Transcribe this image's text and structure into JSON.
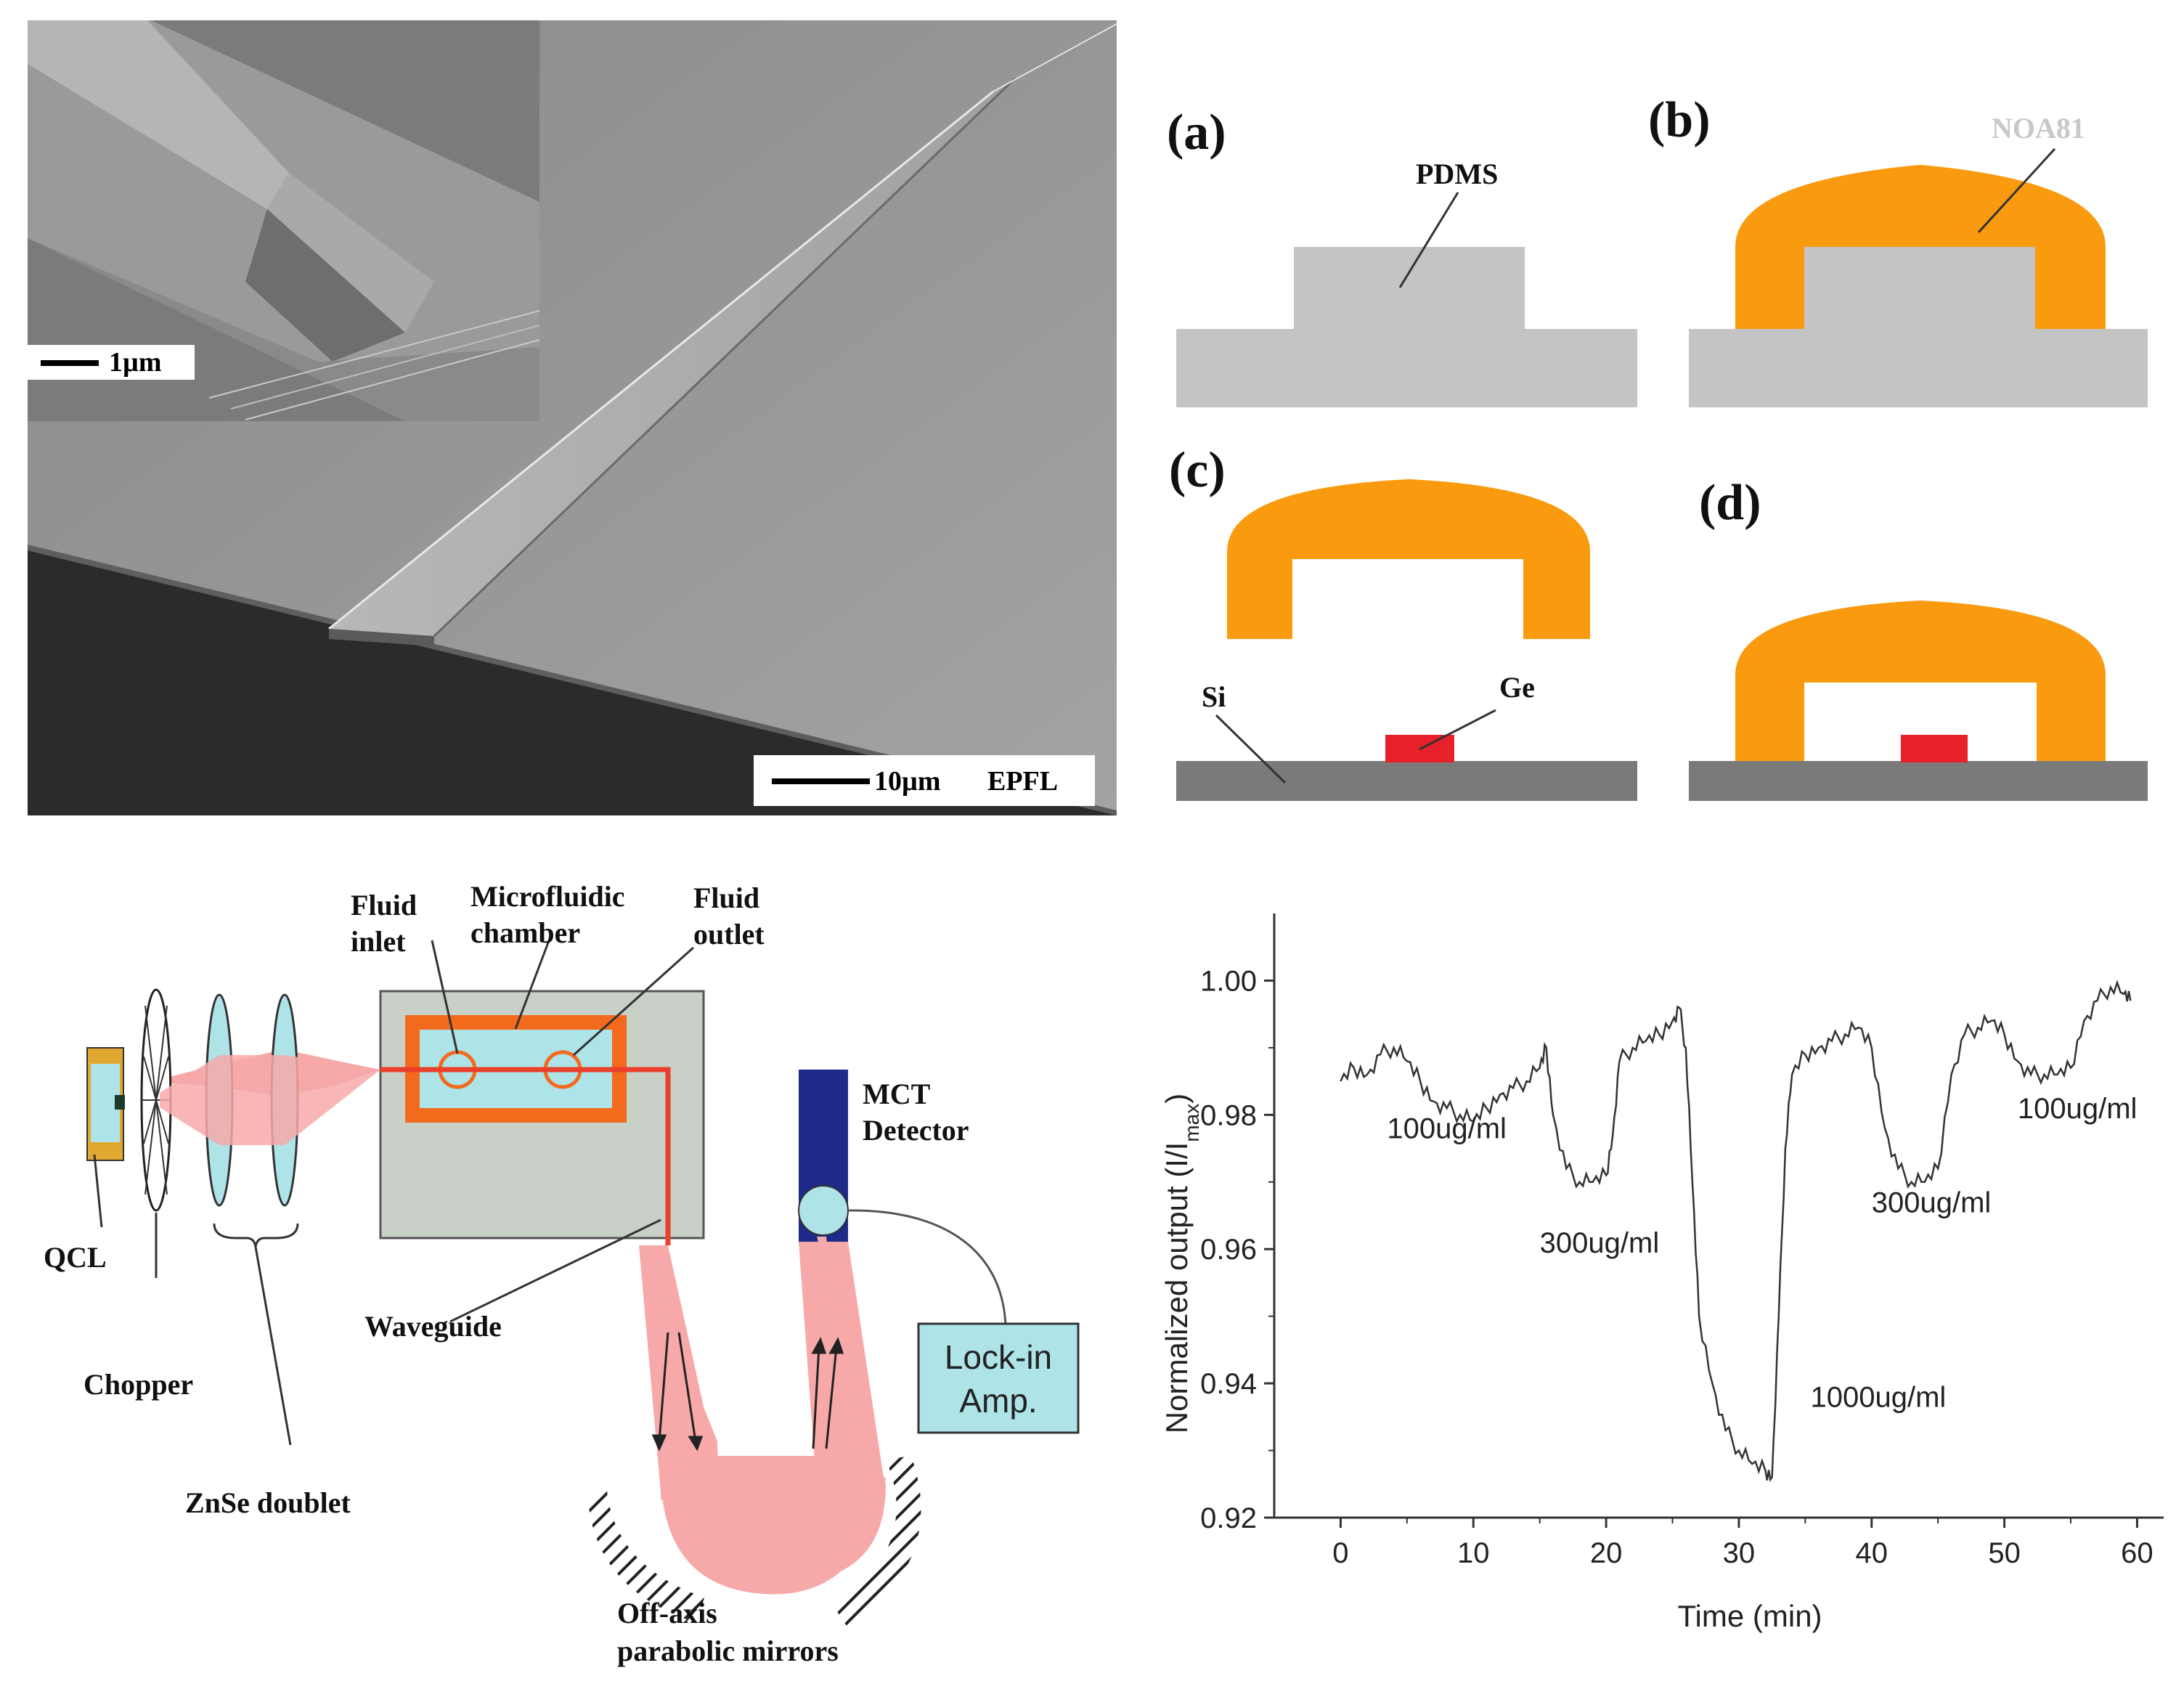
{
  "sem": {
    "inset_scale": "1µm",
    "main_scale": "10µm",
    "credit": "EPFL"
  },
  "fab": {
    "labels": {
      "a": "(a)",
      "b": "(b)",
      "c": "(c)",
      "d": "(d)"
    },
    "pdms": "PDMS",
    "noa": "NOA81",
    "si": "Si",
    "ge": "Ge",
    "colors": {
      "pdms": "#c4c4c4",
      "noa": "#fa9a0f",
      "si": "#7a7a7a",
      "ge": "#e8202a",
      "noa_label": "#c8c8c8"
    }
  },
  "setup": {
    "qcl": "QCL",
    "chopper": "Chopper",
    "znse": "ZnSe doublet",
    "fluid_inlet": [
      "Fluid",
      "inlet"
    ],
    "chamber": [
      "Microfluidic",
      "chamber"
    ],
    "fluid_outlet": [
      "Fluid",
      "outlet"
    ],
    "waveguide": "Waveguide",
    "mct": [
      "MCT",
      "Detector"
    ],
    "lockin": [
      "Lock-in",
      "Amp."
    ],
    "mirrors": [
      "Off-axis",
      "parabolic mirrors"
    ],
    "colors": {
      "beam": "#f7a9a9",
      "chip": "#c8d0c8",
      "frame": "#f46a1c",
      "cell": "#aee3e8",
      "detector": "#1e2a8a",
      "lockin": "#aee3e8"
    }
  },
  "chart_data": {
    "type": "line",
    "xlabel": "Time (min)",
    "ylabel_main": "Normalized output (I/I",
    "ylabel_sub": "max",
    "ylabel_end": ")",
    "xlim": [
      -5,
      62
    ],
    "ylim": [
      0.92,
      1.01
    ],
    "xticks": [
      0,
      10,
      20,
      30,
      40,
      50,
      60
    ],
    "yticks": [
      0.92,
      0.94,
      0.96,
      0.98,
      1.0
    ],
    "ytick_labels": [
      "0.92",
      "0.94",
      "0.96",
      "0.98",
      "1.00"
    ],
    "series": [
      {
        "x": [
          0,
          1,
          2,
          3,
          4,
          5,
          6,
          7,
          8,
          9,
          10,
          11,
          12,
          13,
          14,
          15,
          15.5,
          16,
          17,
          18,
          19,
          20,
          20.5,
          21,
          22,
          23,
          24,
          25,
          25.5,
          26,
          26.5,
          27,
          28,
          29,
          30,
          31,
          32,
          32.5,
          33,
          33.5,
          34,
          35,
          36,
          37,
          38,
          39,
          40,
          41,
          42,
          43,
          44,
          45,
          46,
          47,
          48,
          49,
          50,
          51,
          52,
          53,
          54,
          55,
          56,
          57,
          58,
          59,
          59.5
        ],
        "y": [
          0.985,
          0.987,
          0.986,
          0.989,
          0.99,
          0.988,
          0.985,
          0.982,
          0.981,
          0.98,
          0.979,
          0.981,
          0.983,
          0.984,
          0.985,
          0.987,
          0.99,
          0.98,
          0.972,
          0.97,
          0.97,
          0.971,
          0.977,
          0.988,
          0.99,
          0.991,
          0.992,
          0.994,
          0.996,
          0.99,
          0.97,
          0.95,
          0.94,
          0.933,
          0.93,
          0.928,
          0.927,
          0.926,
          0.95,
          0.975,
          0.986,
          0.989,
          0.99,
          0.991,
          0.992,
          0.993,
          0.99,
          0.978,
          0.972,
          0.97,
          0.97,
          0.972,
          0.986,
          0.992,
          0.993,
          0.994,
          0.992,
          0.988,
          0.986,
          0.986,
          0.986,
          0.987,
          0.994,
          0.997,
          0.999,
          0.998,
          0.997
        ]
      }
    ],
    "annotations": [
      {
        "text": "100ug/ml",
        "x": 8,
        "y": 0.9765
      },
      {
        "text": "300ug/ml",
        "x": 19.5,
        "y": 0.9595
      },
      {
        "text": "1000ug/ml",
        "x": 40.5,
        "y": 0.9365
      },
      {
        "text": "300ug/ml",
        "x": 44.5,
        "y": 0.9655
      },
      {
        "text": "100ug/ml",
        "x": 55.5,
        "y": 0.9795
      }
    ]
  }
}
